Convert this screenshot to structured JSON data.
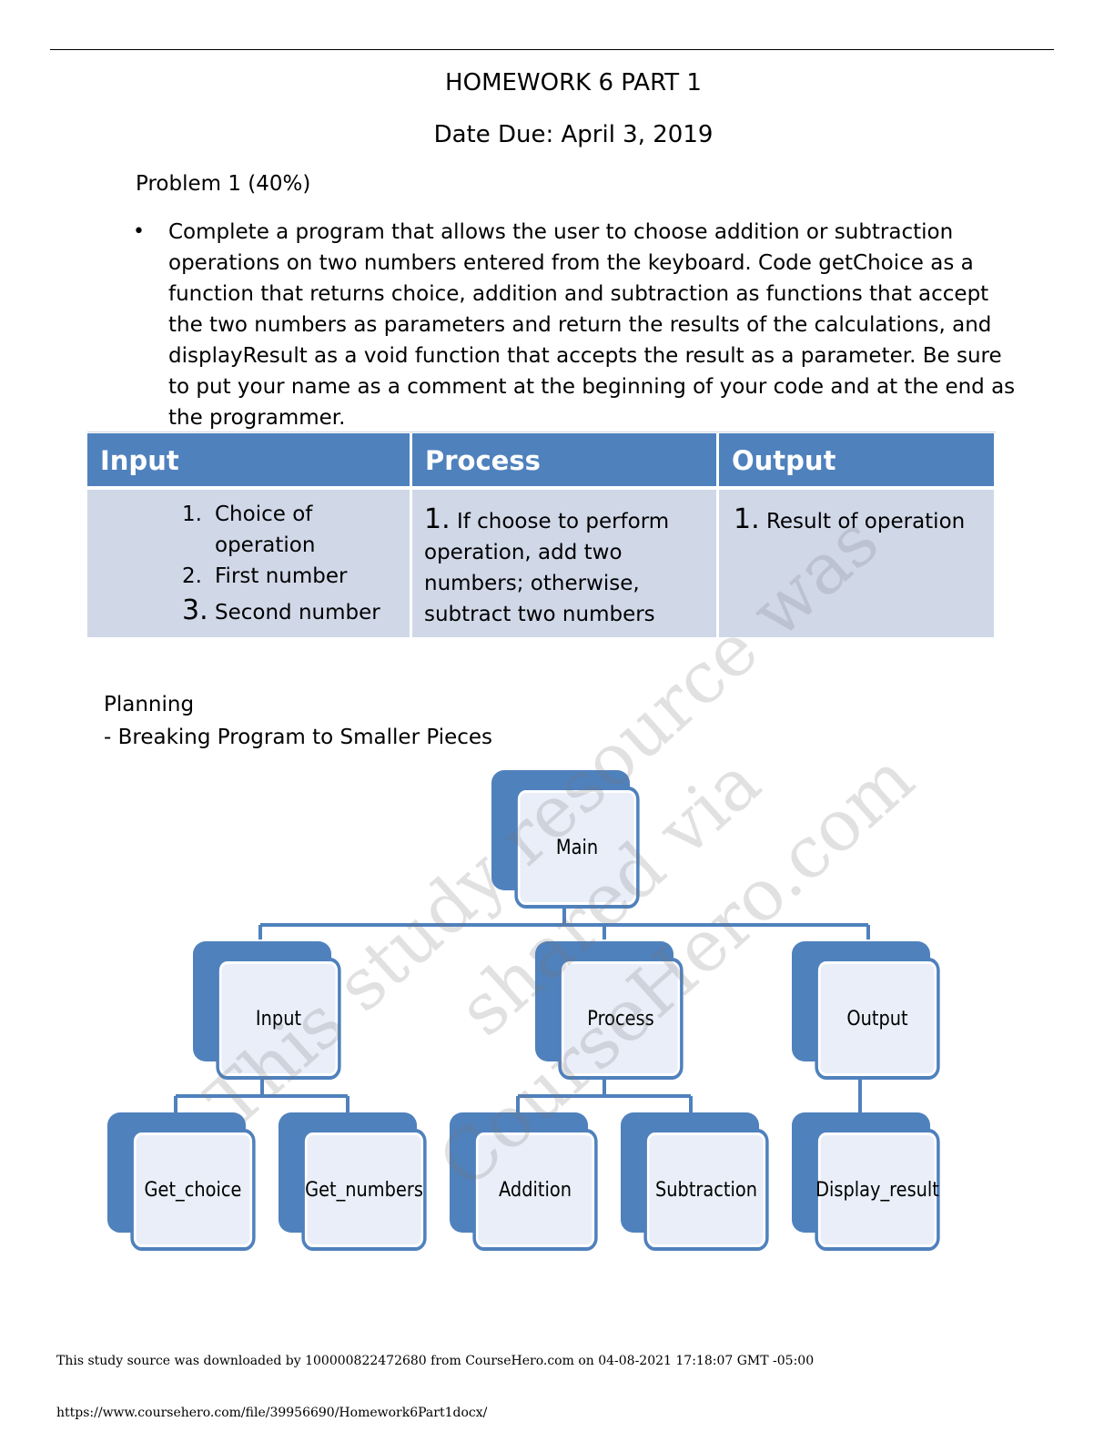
{
  "header": {
    "title": "HOMEWORK 6  PART 1",
    "due": "Date Due: April 3, 2019"
  },
  "problem": {
    "label": "Problem 1 (40%)",
    "bullet": "•",
    "text": "Complete a program that allows the user to choose addition or subtraction operations on two numbers entered from the keyboard.  Code getChoice as a function that returns choice, addition and subtraction as functions that accept the two numbers as parameters and return the results of the calculations, and displayResult as a void function that accepts the result as a parameter.  Be sure to put your name as a comment at the beginning of your code and at the end as the programmer."
  },
  "ipo_table": {
    "headers": [
      "Input",
      "Process",
      "Output"
    ],
    "input_items": [
      {
        "num": "1.",
        "text": "Choice of operation"
      },
      {
        "num": "2.",
        "text": "First number"
      },
      {
        "num": "3.",
        "text": "Second number"
      }
    ],
    "process_num": "1.",
    "process_text_first": "If choose to perform",
    "process_text_rest": [
      "operation, add two",
      "numbers; otherwise,",
      "subtract two numbers"
    ],
    "output_num": "1.",
    "output_text": "Result of operation"
  },
  "planning": {
    "title": "Planning",
    "subtitle": "- Breaking Program to Smaller Pieces"
  },
  "diagram": {
    "main": "Main",
    "level2": [
      "Input",
      "Process",
      "Output"
    ],
    "level3": [
      "Get_choice",
      "Get_numbers",
      "Addition",
      "Subtraction",
      "Display_result"
    ],
    "line_color": "#4f81bd"
  },
  "watermark": {
    "line1": "This study resource was",
    "line2": "shared via CourseHero.com"
  },
  "footer": {
    "line1": "This study source was downloaded by 100000822472680 from CourseHero.com on 04-08-2021 17:18:07 GMT -05:00",
    "line2": "https://www.coursehero.com/file/39956690/Homework6Part1docx/"
  }
}
